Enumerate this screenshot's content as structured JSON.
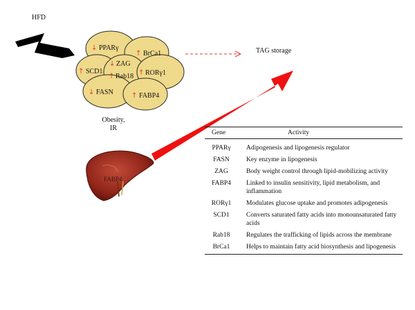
{
  "labels": {
    "hfd": "HFD",
    "tag_storage": "TAG storage",
    "obesity_ir": "Obesity,\nIR",
    "liver_label": "FABP4"
  },
  "cells": [
    {
      "name": "PPARγ",
      "arrow": "↓"
    },
    {
      "name": "BrCa1",
      "arrow": "↑"
    },
    {
      "name": "ZAG",
      "arrow": "↓"
    },
    {
      "name": "SCD1",
      "arrow": "↑"
    },
    {
      "name": "Rab18",
      "arrow": "↑"
    },
    {
      "name": "RORγ1",
      "arrow": "↑"
    },
    {
      "name": "FASN",
      "arrow": "↓"
    },
    {
      "name": "FABP4",
      "arrow": "↑"
    }
  ],
  "table": {
    "headers": [
      "Gene",
      "Activity"
    ],
    "rows": [
      {
        "gene": "PPARγ",
        "activity": "Adipogenesis and lipogenesis regulator"
      },
      {
        "gene": "FASN",
        "activity": "Key enzyme in lipogenesis"
      },
      {
        "gene": "ZAG",
        "activity": "Body weight control through lipid-mobilizing activity"
      },
      {
        "gene": "FABP4",
        "activity": "Linked to insulin sensitivity, lipid metabolism, and inflammation"
      },
      {
        "gene": "RORγ1",
        "activity": "Modulates glucose uptake and promotes adipogenesis"
      },
      {
        "gene": "SCD1",
        "activity": "Converts saturated fatty acids into monounsaturated fatty acids"
      },
      {
        "gene": "Rab18",
        "activity": "Regulates the trafficking of lipids across the membrane"
      },
      {
        "gene": "BrCa1",
        "activity": "Helps to maintain fatty acid biosynthesis and lipogenesis"
      }
    ]
  },
  "colors": {
    "cell_fill": "#efd98a",
    "cell_stroke": "#2a2a2a",
    "big_arrow": "#ee1111",
    "dashed_arrow": "#e23b3b",
    "arrow_marker": "#e23b1c"
  }
}
